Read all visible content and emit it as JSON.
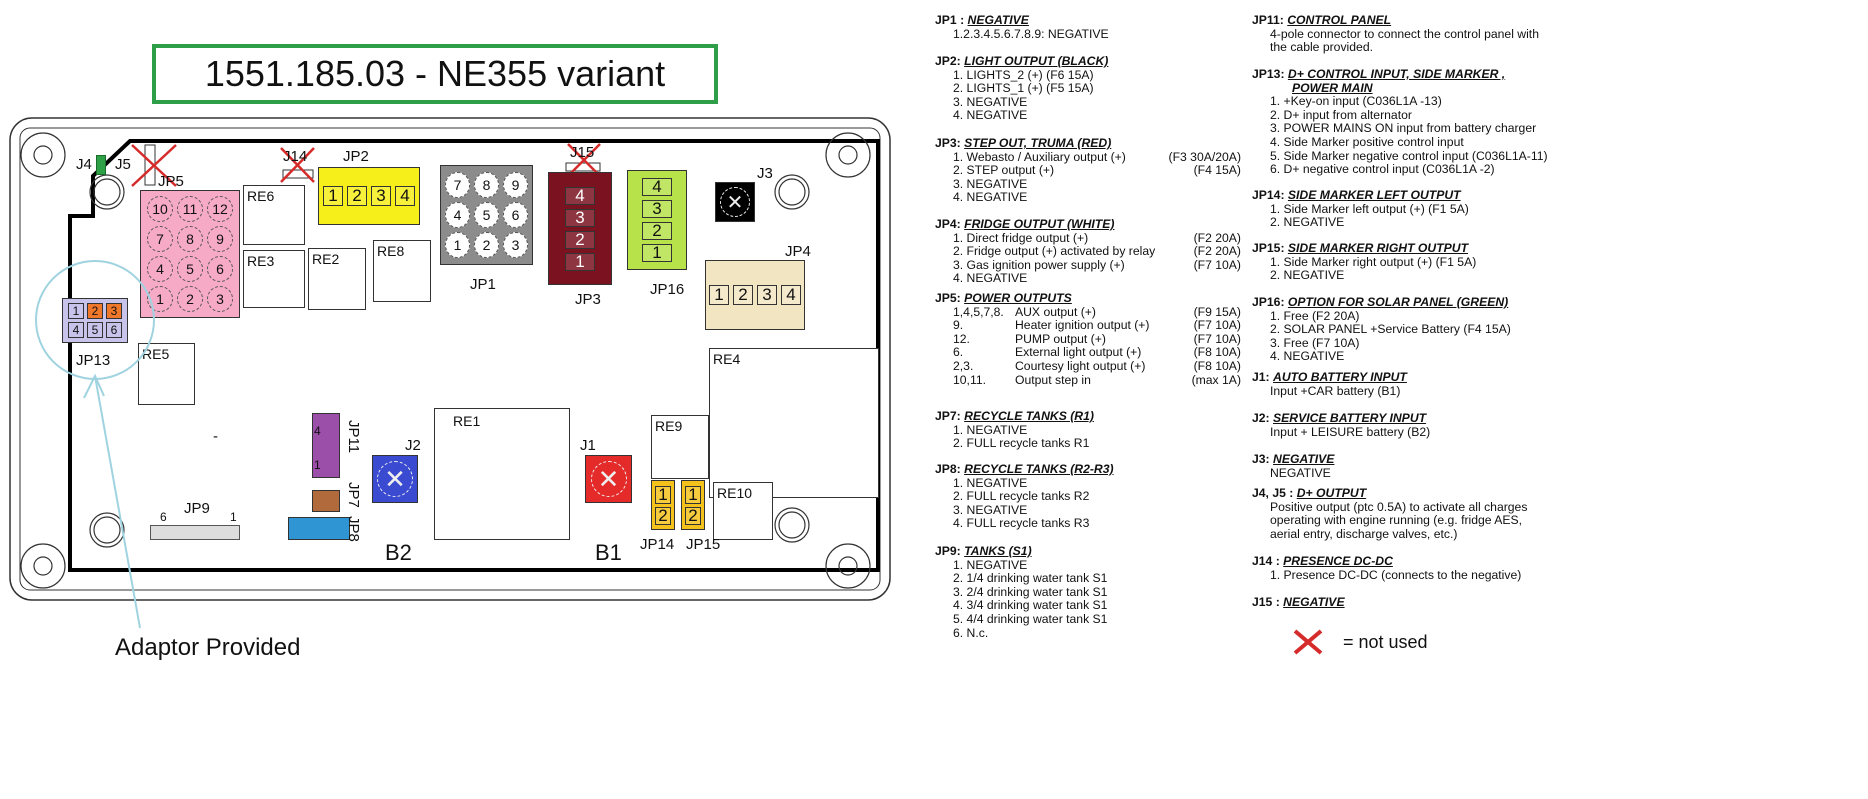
{
  "title": "1551.185.03 - NE355 variant",
  "board": {
    "labels": {
      "J4": "J4",
      "J5": "J5",
      "JP5": "JP5",
      "J14": "J14",
      "JP2": "JP2",
      "J15": "J15",
      "JP1": "JP1",
      "JP3": "JP3",
      "JP16": "JP16",
      "J3": "J3",
      "JP4": "JP4",
      "JP13": "JP13",
      "JP11": "JP11",
      "JP7": "JP7",
      "JP8": "JP8",
      "JP9": "JP9",
      "J2": "J2",
      "J1": "J1",
      "B2": "B2",
      "B1": "B1",
      "JP14": "JP14",
      "JP15": "JP15",
      "dash": "-",
      "jp11_pin4": "4",
      "jp11_pin1": "1",
      "jp9_pin6": "6",
      "jp9_pin1": "1"
    },
    "relays": [
      "RE6",
      "RE3",
      "RE2",
      "RE8",
      "RE5",
      "RE1",
      "RE9",
      "RE4",
      "RE10"
    ],
    "jp5_pins": [
      "10",
      "11",
      "12",
      "7",
      "8",
      "9",
      "4",
      "5",
      "6",
      "1",
      "2",
      "3"
    ],
    "jp1_pins": [
      "7",
      "8",
      "9",
      "4",
      "5",
      "6",
      "1",
      "2",
      "3"
    ],
    "jp13_pins": [
      "1",
      "2",
      "3",
      "4",
      "5",
      "6"
    ],
    "jp2_pins": [
      "1",
      "2",
      "3",
      "4"
    ],
    "jp4_pins": [
      "1",
      "2",
      "3",
      "4"
    ],
    "jp3_pins": [
      "4",
      "3",
      "2",
      "1"
    ],
    "jp16_pins": [
      "4",
      "3",
      "2",
      "1"
    ],
    "jp14_pins": [
      "1",
      "2"
    ],
    "jp15_pins": [
      "1",
      "2"
    ],
    "adaptor_note": "Adaptor Provided",
    "colors": {
      "jp5": "#f6aac6",
      "jp2": "#f7ef1a",
      "jp1": "#8c8c8c",
      "jp3": "#7a1220",
      "jp16": "#b7e24a",
      "jp4": "#f2e6c2",
      "jp13": "#c7c3ea",
      "jp13_accent": "#f0782a",
      "jp11": "#9b4fa8",
      "jp7": "#b06a3c",
      "jp8": "#2f95d3",
      "j2": "#3b4bd1",
      "j1": "#e52a2a",
      "jp14": "#f5c21c",
      "j4": "#2ea046",
      "circle": "#9fd3e0"
    }
  },
  "notes": {
    "col1": [
      {
        "head": "JP1 :",
        "title": "NEGATIVE",
        "items": [
          {
            "d": "1.2.3.4.5.6.7.8.9: NEGATIVE",
            "f": ""
          }
        ]
      },
      {
        "head": "JP2:",
        "title": "LIGHT OUTPUT (BLACK)",
        "items": [
          {
            "d": "1. LIGHTS_2  (+)  (F6 15A)",
            "f": ""
          },
          {
            "d": "2. LIGHTS_1  (+)  (F5 15A)",
            "f": ""
          },
          {
            "d": "3. NEGATIVE",
            "f": ""
          },
          {
            "d": "4. NEGATIVE",
            "f": ""
          }
        ]
      },
      {
        "head": "JP3:",
        "title": "STEP OUT, TRUMA (RED)",
        "items": [
          {
            "d": "1. Webasto / Auxiliary output (+)",
            "f": "(F3 30A/20A)"
          },
          {
            "d": "2. STEP output (+)",
            "f": "(F4 15A)"
          },
          {
            "d": "3. NEGATIVE",
            "f": ""
          },
          {
            "d": "4. NEGATIVE",
            "f": ""
          }
        ]
      },
      {
        "head": "JP4:",
        "title": "FRIDGE OUTPUT (WHITE)",
        "items": [
          {
            "d": "1. Direct fridge output (+)",
            "f": "(F2 20A)"
          },
          {
            "d": "2. Fridge output (+) activated by relay",
            "f": "(F2 20A)"
          },
          {
            "d": "3. Gas ignition power supply (+)",
            "f": "(F7 10A)"
          },
          {
            "d": "4. NEGATIVE",
            "f": ""
          }
        ]
      }
    ],
    "jp5": {
      "head": "JP5:",
      "title": "POWER OUTPUTS",
      "items": [
        {
          "p": "1,4,5,7,8.",
          "d": "AUX output (+)",
          "f": "(F9 15A)"
        },
        {
          "p": "9.",
          "d": "Heater ignition output (+)",
          "f": "(F7 10A)"
        },
        {
          "p": "12.",
          "d": "PUMP output (+)",
          "f": "(F7 10A)"
        },
        {
          "p": "6.",
          "d": "External light output (+)",
          "f": "(F8 10A)"
        },
        {
          "p": "2,3.",
          "d": "Courtesy light output (+)",
          "f": "(F8 10A)"
        },
        {
          "p": "10,11.",
          "d": "Output step in",
          "f": "(max 1A)"
        }
      ]
    },
    "col1b": [
      {
        "head": "JP7:",
        "title": "RECYCLE TANKS  (R1)",
        "items": [
          {
            "d": "1. NEGATIVE",
            "f": ""
          },
          {
            "d": "2. FULL  recycle tanks R1",
            "f": ""
          }
        ]
      },
      {
        "head": "JP8:",
        "title": "RECYCLE TANKS  (R2-R3)",
        "items": [
          {
            "d": "1. NEGATIVE",
            "f": ""
          },
          {
            "d": "2. FULL  recycle tanks R2",
            "f": ""
          },
          {
            "d": "3. NEGATIVE",
            "f": ""
          },
          {
            "d": "4. FULL  recycle tanks R3",
            "f": ""
          }
        ]
      },
      {
        "head": "JP9:",
        "title": "TANKS (S1)",
        "items": [
          {
            "d": "1. NEGATIVE",
            "f": ""
          },
          {
            "d": "2. 1/4 drinking water tank S1",
            "f": ""
          },
          {
            "d": "3. 2/4 drinking water tank S1",
            "f": ""
          },
          {
            "d": "4. 3/4 drinking water tank S1",
            "f": ""
          },
          {
            "d": "5. 4/4 drinking water tank S1",
            "f": ""
          },
          {
            "d": "6. N.c.",
            "f": ""
          }
        ]
      }
    ],
    "col2": [
      {
        "head": "JP11:",
        "title": "CONTROL PANEL",
        "items": [
          {
            "d": "4-pole connector to connect the control panel with",
            "f": ""
          },
          {
            "d": "the cable provided.",
            "f": ""
          }
        ]
      },
      {
        "head": "JP13:",
        "title": "D+ CONTROL INPUT, SIDE MARKER ,",
        "title2": "POWER MAIN",
        "items": [
          {
            "d": "1. +Key-on input  (C036L1A -13)",
            "f": ""
          },
          {
            "d": "2. D+ input from alternator",
            "f": ""
          },
          {
            "d": "3. POWER MAINS ON input from battery charger",
            "f": ""
          },
          {
            "d": "4. Side Marker positive control input",
            "f": ""
          },
          {
            "d": "5. Side Marker negative control input (C036L1A-11)",
            "f": ""
          },
          {
            "d": "6. D+ negative control input (C036L1A -2)",
            "f": ""
          }
        ]
      },
      {
        "head": "JP14:",
        "title": "SIDE MARKER LEFT OUTPUT",
        "items": [
          {
            "d": "1. Side Marker left output (+)    (F1  5A)",
            "f": ""
          },
          {
            "d": "2. NEGATIVE",
            "f": ""
          }
        ]
      },
      {
        "head": "JP15:",
        "title": "SIDE MARKER RIGHT OUTPUT",
        "items": [
          {
            "d": "1. Side Marker right output (+)    (F1  5A)",
            "f": ""
          },
          {
            "d": "2. NEGATIVE",
            "f": ""
          }
        ]
      },
      {
        "head": "JP16:",
        "title": "OPTION FOR SOLAR PANEL (GREEN)",
        "items": [
          {
            "d": "1. Free        (F2  20A)",
            "f": ""
          },
          {
            "d": "2. SOLAR PANEL +Service Battery (F4 15A)",
            "f": ""
          },
          {
            "d": "3. Free        (F7 10A)",
            "f": ""
          },
          {
            "d": "4. NEGATIVE",
            "f": ""
          }
        ]
      },
      {
        "head": "J1:",
        "title": "AUTO BATTERY INPUT",
        "items": [
          {
            "d": "Input +CAR battery (B1)",
            "f": ""
          }
        ]
      },
      {
        "head": "J2:",
        "title": "SERVICE BATTERY INPUT",
        "items": [
          {
            "d": "Input + LEISURE battery (B2)",
            "f": ""
          }
        ]
      },
      {
        "head": "J3:",
        "title": "NEGATIVE",
        "items": [
          {
            "d": "NEGATIVE",
            "f": ""
          }
        ]
      },
      {
        "head": "J4, J5 :",
        "title": "D+ OUTPUT",
        "items": [
          {
            "d": "Positive output (ptc 0.5A) to activate all charges",
            "f": ""
          },
          {
            "d": "operating with engine running (e.g. fridge AES,",
            "f": ""
          },
          {
            "d": "aerial entry, discharge valves, etc.)",
            "f": ""
          }
        ]
      },
      {
        "head": "J14 :",
        "title": "PRESENCE DC-DC",
        "items": [
          {
            "d": "1. Presence DC-DC (connects to the negative)",
            "f": ""
          }
        ]
      },
      {
        "head": "J15 :",
        "title": "NEGATIVE",
        "items": []
      }
    ],
    "legend": {
      "icon": "red-x-icon",
      "text": "= not used"
    }
  }
}
